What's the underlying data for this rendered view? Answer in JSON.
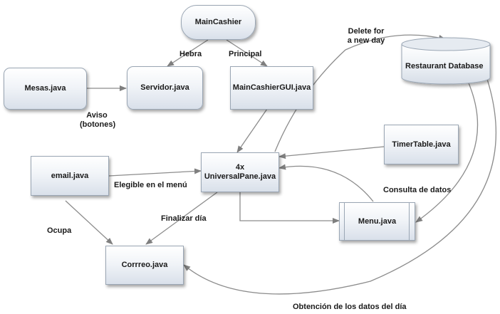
{
  "nodes": {
    "main_cashier": "MainCashier",
    "servidor": "Servidor.java",
    "mesas": "Mesas.java",
    "main_cashier_gui": "MainCashierGUI.java",
    "restaurant_db": "Restaurant Database",
    "timer_table": "TimerTable.java",
    "email": "email.java",
    "universal_pane_count": "4x",
    "universal_pane": "UniversalPane.java",
    "menu": "Menu.java",
    "correo": "Corrreo.java"
  },
  "edges": {
    "hebra": "Hebra",
    "principal": "Principal",
    "aviso_1": "Aviso",
    "aviso_2": "(botones)",
    "delete_1": "Delete for",
    "delete_2": "a new day",
    "elegible": "Elegible en el menú",
    "consulta": "Consulta de datos",
    "finalizar": "Finalizar día",
    "ocupa": "Ocupa",
    "obtencion": "Obtención de los datos del día"
  }
}
